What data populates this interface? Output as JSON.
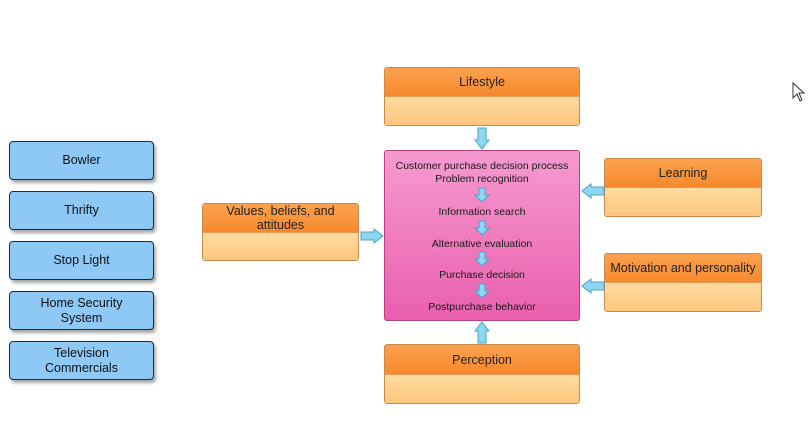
{
  "tiles": [
    "Bowler",
    "Thrifty",
    "Stop Light",
    "Home Security System",
    "Television Commercials"
  ],
  "factors": {
    "lifestyle": "Lifestyle",
    "values": "Values, beliefs, and attitudes",
    "learning": "Learning",
    "motivation": "Motivation and personality",
    "perception": "Perception"
  },
  "process": {
    "title": "Customer purchase decision process",
    "steps": [
      "Problem recognition",
      "Information search",
      "Alternative evaluation",
      "Purchase decision",
      "Postpurchase behavior"
    ]
  },
  "colors": {
    "tile": "#8ec9f5",
    "factor_head": "#f7892c",
    "drop_zone": "#fec67d",
    "center": "#ea5fae",
    "arrow": "#8fd6f2"
  },
  "icons": {
    "arrow": "light-blue-arrow-icon",
    "cursor": "mouse-pointer-icon"
  }
}
